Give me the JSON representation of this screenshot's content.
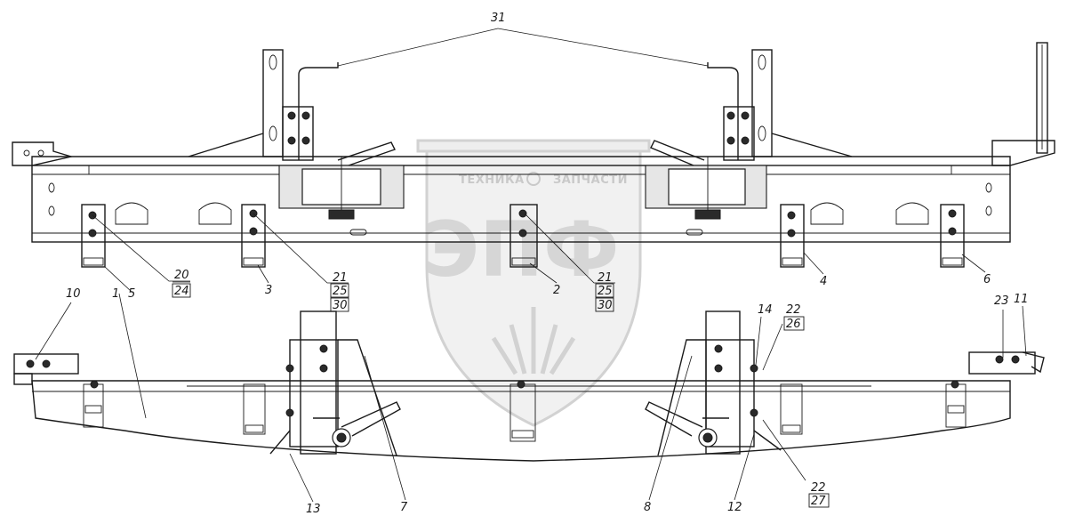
{
  "watermark": {
    "left_word": "ТЕХНИКА",
    "right_word": "ЗАПЧАСТИ",
    "monogram": "ЭПФ"
  },
  "callouts": {
    "c31": "31",
    "c20_24": {
      "top": "20",
      "bottom": "24"
    },
    "c1": "1",
    "c5": "5",
    "c3": "3",
    "c21_25_30_left": {
      "top": "21",
      "mid": "25",
      "bottom": "30"
    },
    "c2": "2",
    "c21_25_30_right": {
      "top": "21",
      "mid": "25",
      "bottom": "30"
    },
    "c4": "4",
    "c6": "6",
    "c10": "10",
    "c14": "14",
    "c22_26": {
      "top": "22",
      "bottom": "26"
    },
    "c23": "23",
    "c11": "11",
    "c13": "13",
    "c7": "7",
    "c8": "8",
    "c12": "12",
    "c22_27": {
      "top": "22",
      "bottom": "27"
    }
  },
  "colors": {
    "line": "#1a1a1a",
    "watermark": "#d6d6d6"
  }
}
